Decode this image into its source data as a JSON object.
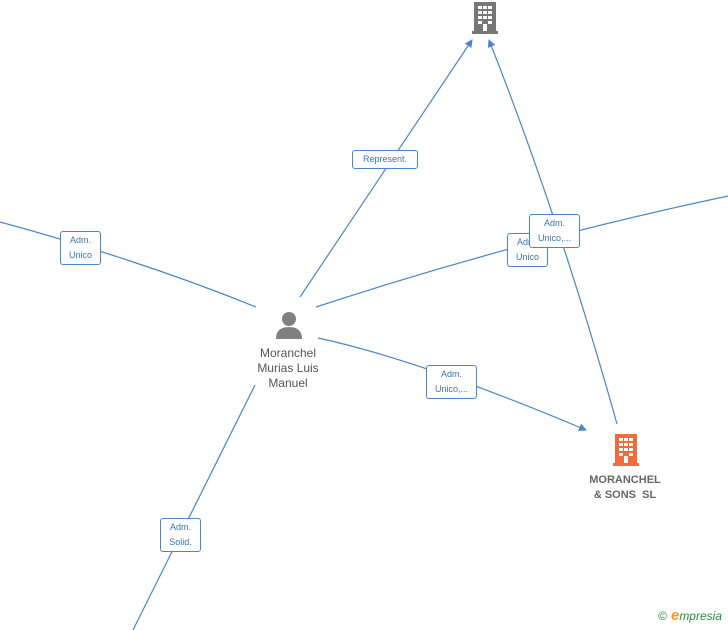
{
  "nodes": {
    "person": {
      "lines": [
        "Moranchel",
        "Murias Luis",
        "Manuel"
      ]
    },
    "company_main": {
      "lines": [
        "MORANCHEL",
        "& SONS  SL"
      ]
    }
  },
  "edge_labels": {
    "represent": [
      "Represent."
    ],
    "adm_unico_left": [
      "Adm.",
      "Unico"
    ],
    "adm_unico_right": [
      "Adm.",
      "Unico"
    ],
    "adm_unico_top": [
      "Adm.",
      "Unico,..."
    ],
    "adm_unico_mid": [
      "Adm.",
      "Unico,..."
    ],
    "adm_solid": [
      "Adm.",
      "Solid."
    ]
  },
  "icons": {
    "person": "person-icon",
    "company_top": "building-icon",
    "company_main": "building-icon"
  },
  "colors": {
    "edge": "#4a86c8",
    "company_highlight": "#f26b3a",
    "company_default": "#777777",
    "person": "#808080"
  },
  "brand": {
    "copyright": "©",
    "name_initial": "e",
    "name_rest": "mpresia"
  }
}
